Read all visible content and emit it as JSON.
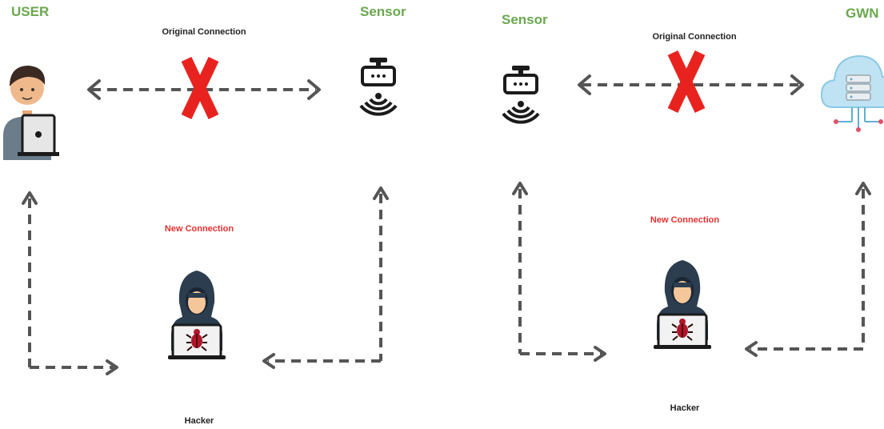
{
  "left_panel": {
    "user_label": "USER",
    "sensor_label": "Sensor",
    "original_connection_label": "Original Connection",
    "new_connection_label": "New Connection",
    "hacker_label": "Hacker"
  },
  "right_panel": {
    "sensor_label": "Sensor",
    "gwn_label": "GWN",
    "original_connection_label": "Original Connection",
    "new_connection_label": "New Connection",
    "hacker_label": "Hacker"
  },
  "colors": {
    "node_label": "#6aa84f",
    "new_connection": "#e53030",
    "blocked_cross": "#e8231f",
    "arrows": "#555555"
  },
  "icons": [
    "user-laptop-icon",
    "sensor-icon",
    "hacker-icon",
    "cloud-server-icon",
    "red-cross-icon"
  ]
}
